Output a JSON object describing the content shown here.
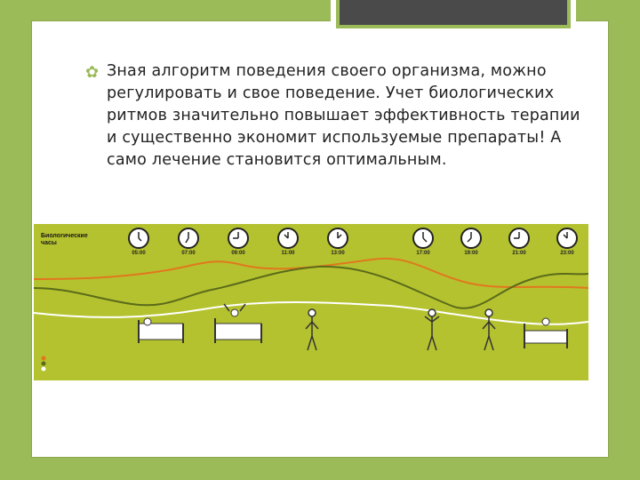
{
  "slide": {
    "bullet_icon": "flower-bullet-icon",
    "bullet_text": "Зная алгоритм поведения своего организма, можно регулировать и свое поведение. Учет биологических ритмов значительно повышает эффективность терапии и существенно экономит используемые препараты! А само лечение становится оптимальным."
  },
  "infographic": {
    "title": "Биологические часы",
    "colors": {
      "panel": "#b5c22f",
      "orange": "#e0781e",
      "olive": "#5a6b1a",
      "dark": "#2a2a2a",
      "white": "#ffffff"
    },
    "clocks": [
      {
        "label": "05:00"
      },
      {
        "label": "07:00"
      },
      {
        "label": "09:00"
      },
      {
        "label": "11:00"
      },
      {
        "label": "13:00"
      },
      {
        "label": "17:00"
      },
      {
        "label": "19:00"
      },
      {
        "label": "21:00"
      },
      {
        "label": "23:00"
      }
    ]
  },
  "colors": {
    "background": "#9bbb59",
    "slide": "#ffffff",
    "accent": "#9bbb59",
    "tab": "#4a4a4a",
    "text": "#222222"
  }
}
